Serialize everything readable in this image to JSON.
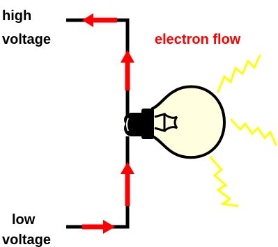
{
  "labels": {
    "high_line1": "high",
    "high_line2": "voltage",
    "low_line1": "low",
    "low_line2": "voltage",
    "electron_flow": "electron flow"
  },
  "colors": {
    "wire": "#000000",
    "arrow": "#ff0000",
    "flow_label": "#ff0000",
    "light_rays": "#ffff00",
    "bulb_fill": "#ffffe0",
    "bulb_base": "#000000",
    "filament": "#000000"
  }
}
